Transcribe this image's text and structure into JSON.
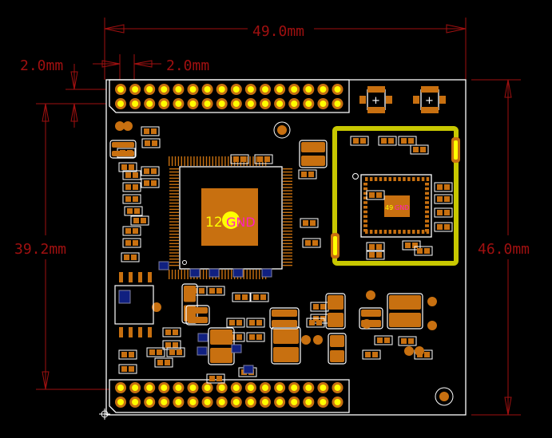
{
  "dimensions": {
    "board_width": "49.0mm",
    "board_height": "46.0mm",
    "header_spacing": "39.2mm",
    "left_offset": "2.0mm",
    "top_offset": "2.0mm"
  },
  "main_chip": {
    "pin_label": "12",
    "net_label": "GND"
  },
  "module_chip": {
    "pin_label": "49",
    "net_label": "GND"
  },
  "headers": {
    "pins_per_row": 16,
    "rows": 2
  },
  "colors": {
    "background": "#000000",
    "dimension": "#a01010",
    "silkscreen": "#ffffff",
    "pad": "#c87010",
    "pin_center": "#ffff00",
    "shield": "#c8c800",
    "net_label": "#ff20c0"
  }
}
